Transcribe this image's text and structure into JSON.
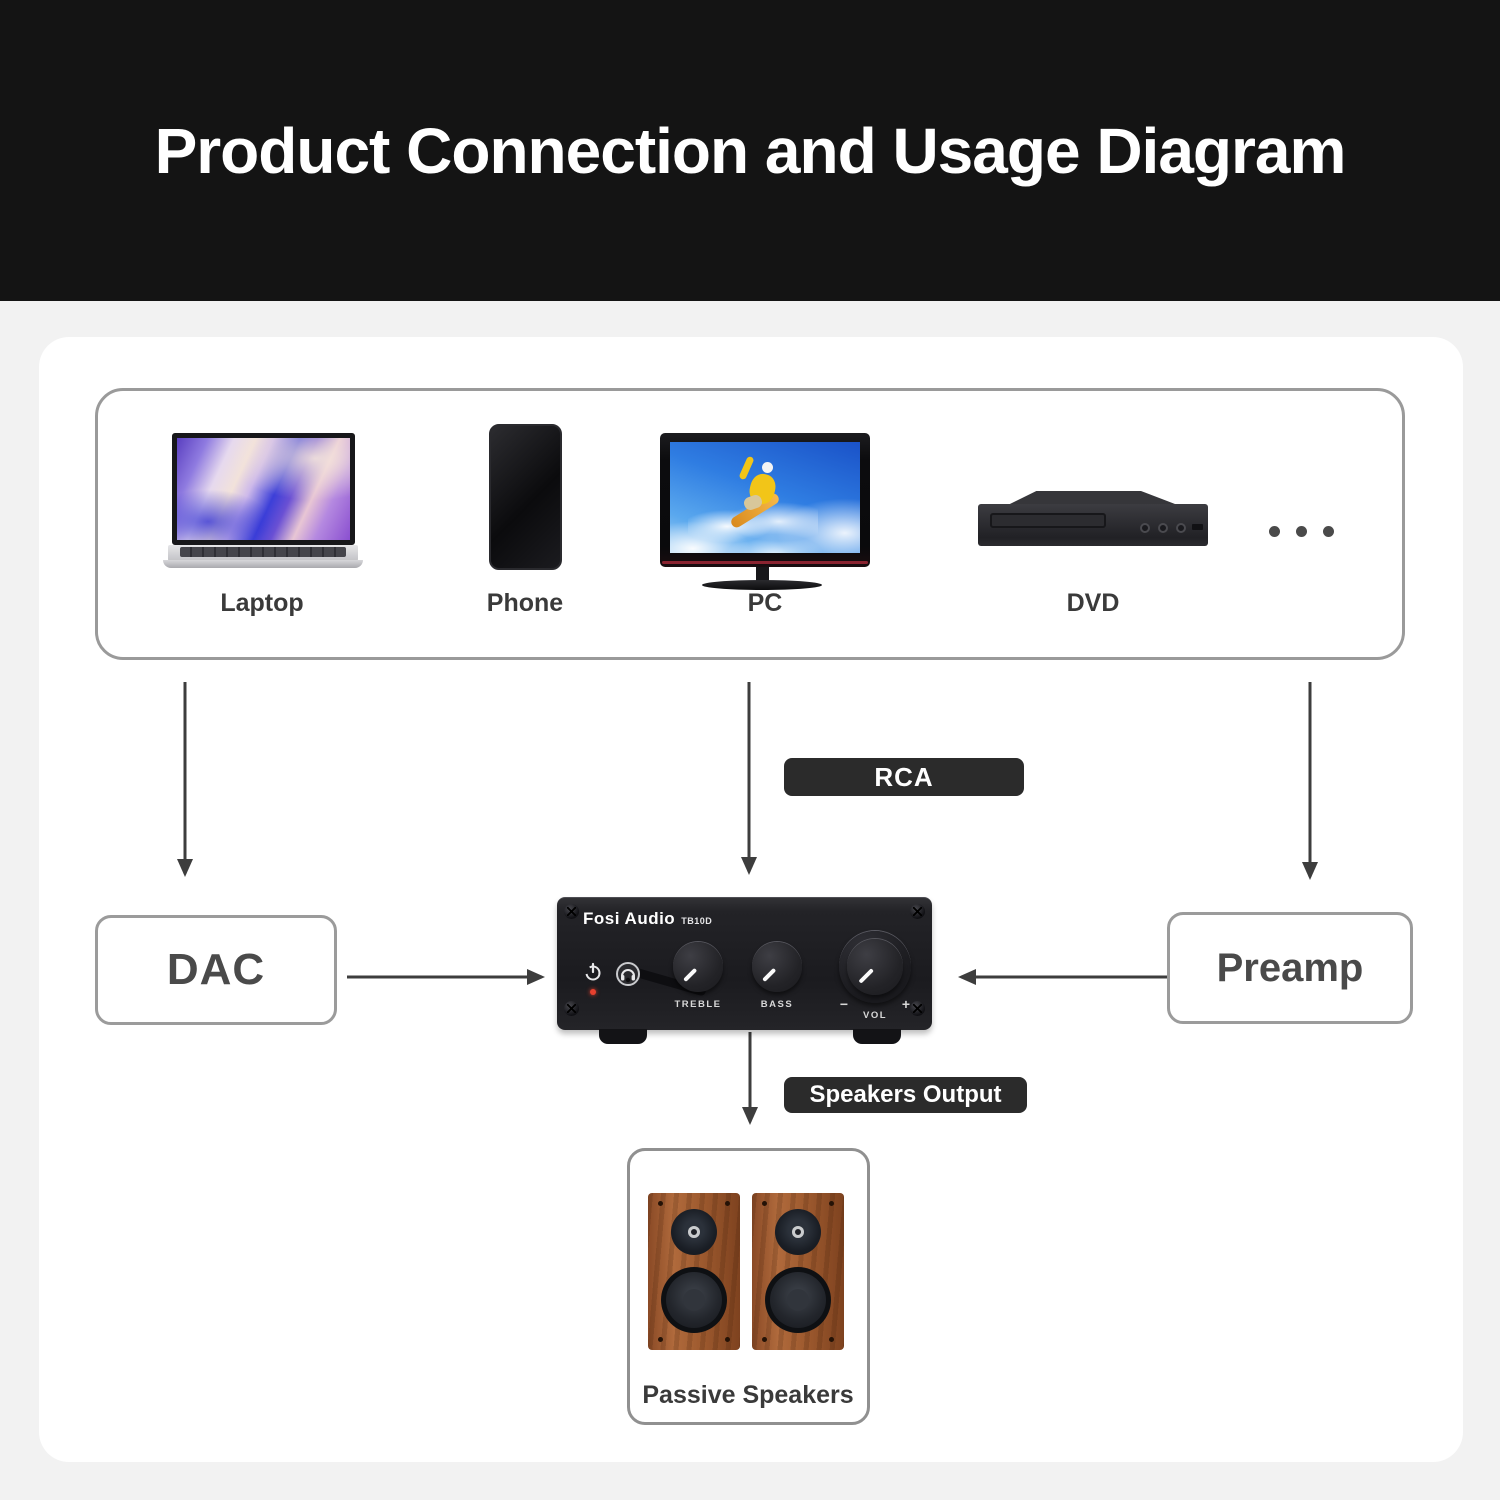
{
  "title": "Product Connection and Usage Diagram",
  "sources": {
    "items": [
      {
        "id": "laptop",
        "label": "Laptop"
      },
      {
        "id": "phone",
        "label": "Phone"
      },
      {
        "id": "pc",
        "label": "PC"
      },
      {
        "id": "dvd",
        "label": "DVD"
      }
    ],
    "more_sources_icon": "ellipsis-three-dots"
  },
  "connection_labels": {
    "rca": "RCA",
    "speakers_output": "Speakers Output"
  },
  "nodes": {
    "dac": "DAC",
    "preamp": "Preamp",
    "speakers": "Passive Speakers"
  },
  "amplifier": {
    "brand": "Fosi Audio",
    "model": "TB10D",
    "knobs": {
      "treble": "TREBLE",
      "bass": "BASS",
      "volume": "VOL"
    },
    "volume_min": "−",
    "volume_max": "+",
    "icons": [
      "power-icon",
      "headphone-jack-icon",
      "power-led"
    ]
  },
  "colors": {
    "banner_bg": "#141414",
    "page_bg": "#f2f2f2",
    "card_bg": "#ffffff",
    "box_border": "#9a9a9a",
    "arrow": "#3d3d3d",
    "pill_bg": "#2b2b2b",
    "pill_text": "#ffffff",
    "label_text": "#3a3a3a",
    "node_text": "#4a4a4a",
    "led": "#e8402e",
    "speaker_wood": "#a05c30"
  }
}
